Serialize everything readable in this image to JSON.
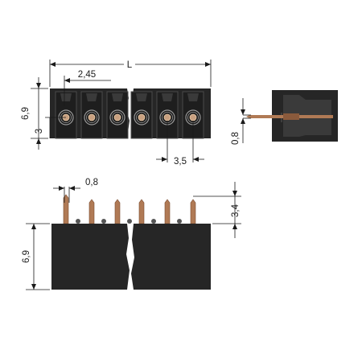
{
  "top_view": {
    "overall_length": "L",
    "pitch_offset": "2,45",
    "height": "6,9",
    "pin_height": "3",
    "pitch": "3,5"
  },
  "side_view": {
    "pin_size": "0,8"
  },
  "front_view": {
    "pin_size": "0,8",
    "pin_length": "3,4",
    "height": "6,9"
  },
  "colors": {
    "housing": "#262626",
    "pin": "#b07a55",
    "line": "#1a1a1a"
  }
}
